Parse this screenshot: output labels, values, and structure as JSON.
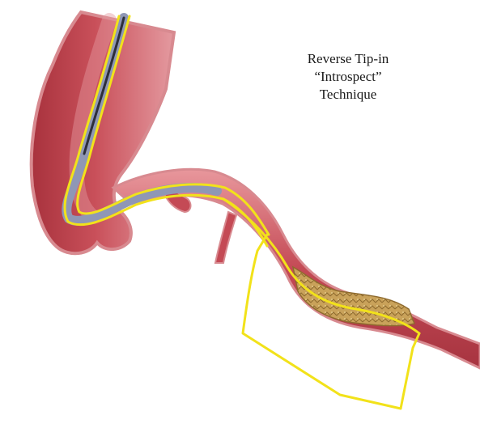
{
  "caption": {
    "line1": "Reverse Tip-in",
    "line2": "“Introspect”",
    "line3": "Technique"
  },
  "colors": {
    "vessel_dark": "#b23a45",
    "vessel_mid": "#c84e58",
    "vessel_light": "#e08a90",
    "vessel_edge": "#d67c82",
    "plaque": "#c9a25a",
    "plaque_dark": "#8e6a2e",
    "guide_wire": "#f2e21a",
    "catheter": "#2d2f3a",
    "catheter_sheath": "#8f97b5"
  },
  "icons": {
    "vessel": "artery-illustration",
    "plaque": "calcified-plaque",
    "wire": "guidewire-loop",
    "catheter": "guiding-catheter"
  }
}
